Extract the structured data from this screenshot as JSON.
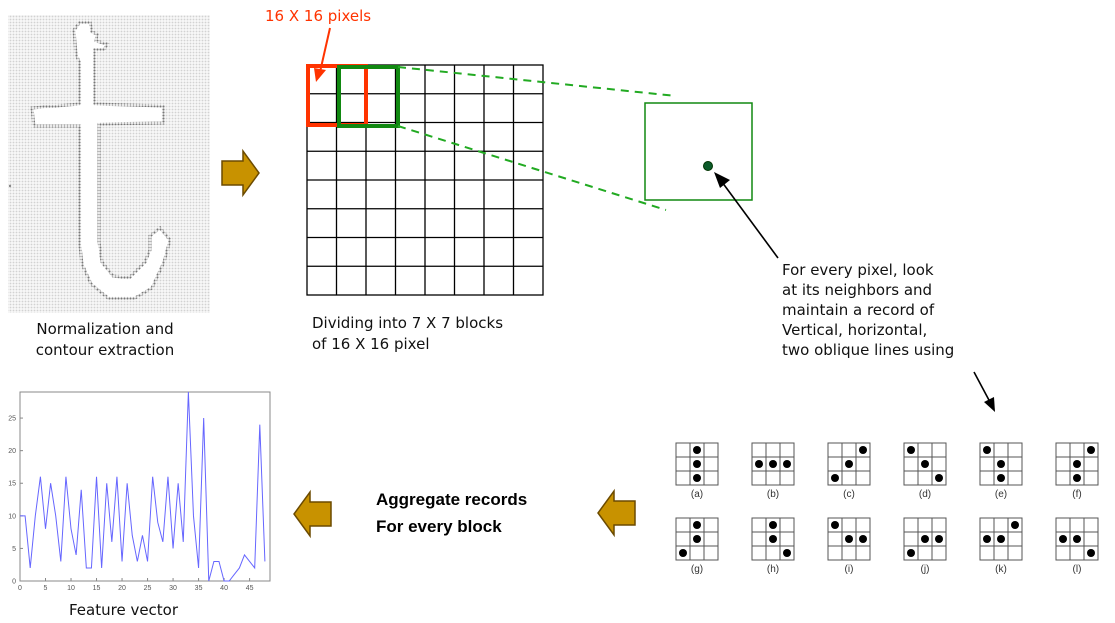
{
  "labels": {
    "pixel_size": "16 X 16 pixels",
    "normalization": [
      "Normalization and",
      "contour extraction"
    ],
    "dividing": [
      "Dividing into 7 X 7 blocks",
      "of 16 X 16 pixel"
    ],
    "neighbors": [
      "For every pixel, look",
      "at its neighbors and",
      "maintain a record of",
      "Vertical, horizontal,",
      "two oblique lines using"
    ],
    "aggregate": [
      "Aggregate records",
      "For every block"
    ],
    "feature_vector": "Feature vector"
  },
  "patterns": [
    {
      "label": "(a)",
      "dots": [
        [
          1,
          0
        ],
        [
          1,
          1
        ],
        [
          1,
          2
        ]
      ]
    },
    {
      "label": "(b)",
      "dots": [
        [
          0,
          1
        ],
        [
          1,
          1
        ],
        [
          2,
          1
        ]
      ]
    },
    {
      "label": "(c)",
      "dots": [
        [
          2,
          0
        ],
        [
          1,
          1
        ],
        [
          0,
          2
        ]
      ]
    },
    {
      "label": "(d)",
      "dots": [
        [
          0,
          0
        ],
        [
          1,
          1
        ],
        [
          2,
          2
        ]
      ]
    },
    {
      "label": "(e)",
      "dots": [
        [
          0,
          0
        ],
        [
          1,
          1
        ],
        [
          1,
          2
        ]
      ]
    },
    {
      "label": "(f)",
      "dots": [
        [
          2,
          0
        ],
        [
          1,
          1
        ],
        [
          1,
          2
        ]
      ]
    },
    {
      "label": "(g)",
      "dots": [
        [
          1,
          0
        ],
        [
          1,
          1
        ],
        [
          0,
          2
        ]
      ]
    },
    {
      "label": "(h)",
      "dots": [
        [
          1,
          0
        ],
        [
          1,
          1
        ],
        [
          2,
          2
        ]
      ]
    },
    {
      "label": "(i)",
      "dots": [
        [
          0,
          0
        ],
        [
          1,
          1
        ],
        [
          2,
          1
        ]
      ]
    },
    {
      "label": "(j)",
      "dots": [
        [
          0,
          2
        ],
        [
          1,
          1
        ],
        [
          2,
          1
        ]
      ]
    },
    {
      "label": "(k)",
      "dots": [
        [
          0,
          1
        ],
        [
          1,
          1
        ],
        [
          2,
          0
        ]
      ]
    },
    {
      "label": "(l)",
      "dots": [
        [
          0,
          1
        ],
        [
          1,
          1
        ],
        [
          2,
          2
        ]
      ]
    }
  ],
  "chart_data": {
    "type": "line",
    "x_ticks": [
      "0",
      "5",
      "10",
      "15",
      "20",
      "25",
      "30",
      "35",
      "40",
      "45"
    ],
    "y_ticks": [
      "0",
      "5",
      "10",
      "15",
      "20",
      "25"
    ],
    "xlim": [
      0,
      49
    ],
    "ylim": [
      0,
      29
    ],
    "grid": false,
    "series": [
      {
        "color": "#6666ff",
        "values": [
          10,
          10,
          2,
          10,
          16,
          8,
          15,
          10,
          3,
          16,
          8,
          4,
          14,
          2,
          2,
          16,
          2,
          15,
          6,
          16,
          3,
          15,
          7,
          3,
          7,
          3,
          16,
          9,
          6,
          16,
          5,
          15,
          6,
          29,
          10,
          2,
          25,
          0,
          3,
          3,
          0,
          0,
          1,
          2,
          4,
          3,
          2,
          24,
          3
        ]
      }
    ]
  },
  "colors": {
    "red_box": "#ff3300",
    "green_box": "#118811",
    "gold_arrow": "#c89200",
    "series_line": "#6666ff"
  }
}
